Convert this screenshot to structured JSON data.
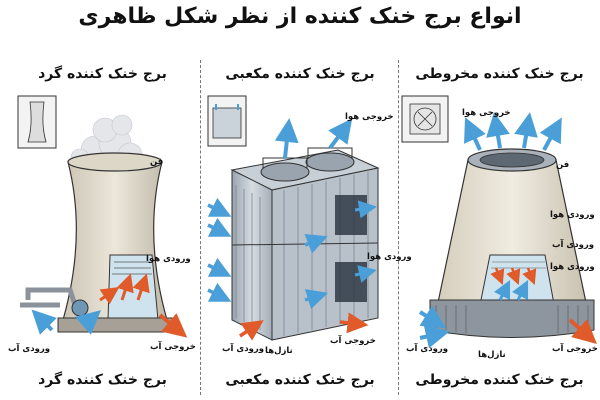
{
  "title": "انواع برج خنک کننده از نظر شکل ظاهری",
  "panels": {
    "round": {
      "heading": "برج خنک کننده گرد",
      "caption": "برج خنک کننده گرد",
      "labels": {
        "fan": "فن",
        "air_in": "ورودی هوا",
        "water_in": "ورودی آب",
        "water_out": "خروجی آب"
      }
    },
    "cubic": {
      "heading": "برج خنک کننده مکعبی",
      "caption": "برج خنک کننده مکعبی",
      "labels": {
        "air_out": "خروجی هوا",
        "air_in": "ورودی هوا",
        "water_in": "ورودی آب",
        "nozzles": "نازل‌ها",
        "water_out": "خروجی آب"
      }
    },
    "conical": {
      "heading": "برج خنک کننده مخروطی",
      "caption": "برج خنک کننده مخروطی",
      "labels": {
        "air_out": "خروجی هوا",
        "fan": "فن",
        "air_in": "ورودی هوا",
        "water_in": "ورودی آب",
        "water_in_2": "ورودی هوا",
        "nozzles": "نازل‌ها",
        "water_out": "خروجی آب"
      }
    }
  },
  "colors": {
    "arrow_blue": "#4a9fd8",
    "arrow_red": "#e05a2a",
    "tower_beige": "#e8e2d2",
    "steel": "#b9c2cc"
  }
}
